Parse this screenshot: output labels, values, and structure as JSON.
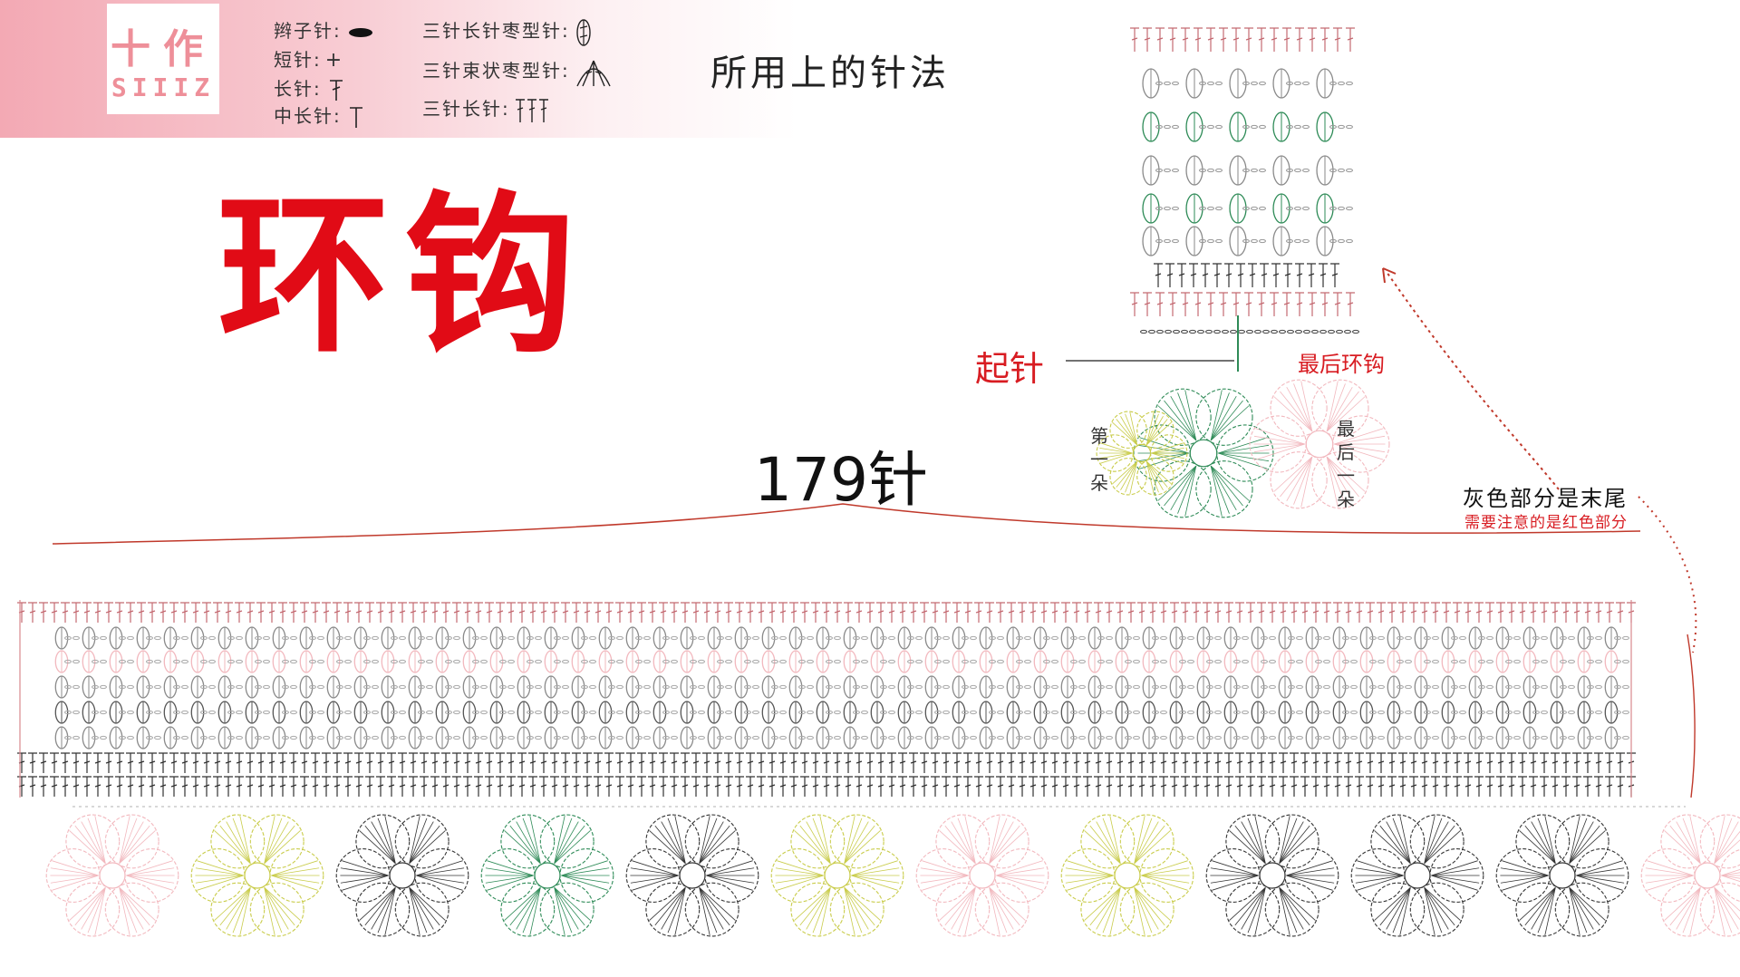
{
  "brand": {
    "name_cn": "十作",
    "name_en": "SIIIZ"
  },
  "legend": {
    "chain": "辫子针:",
    "single": "短针:",
    "double": "长针:",
    "half_double": "中长针:",
    "three_dc_puff": "三针长针枣型针:",
    "three_dc_bundle_puff": "三针束状枣型针:",
    "three_dc": "三针长针:"
  },
  "stitches_title": "所用上的针法",
  "main_title": "环钩",
  "stitch_count": "179针",
  "start_label": "起针",
  "last_ring_label": "最后环钩",
  "first_flower_label": "第一朵",
  "last_flower_label": "最后一朵",
  "note_gray": "灰色部分是末尾",
  "note_red": "需要注意的是红色部分",
  "colors": {
    "accent_red": "#e10b16",
    "header_pink": "#f3a9b4",
    "chart_gray": "#777777",
    "chart_green": "#2e8b57",
    "flower_pink": "#f2b8be",
    "flower_yellow": "#c9cc4a",
    "flower_dark": "#333333"
  }
}
